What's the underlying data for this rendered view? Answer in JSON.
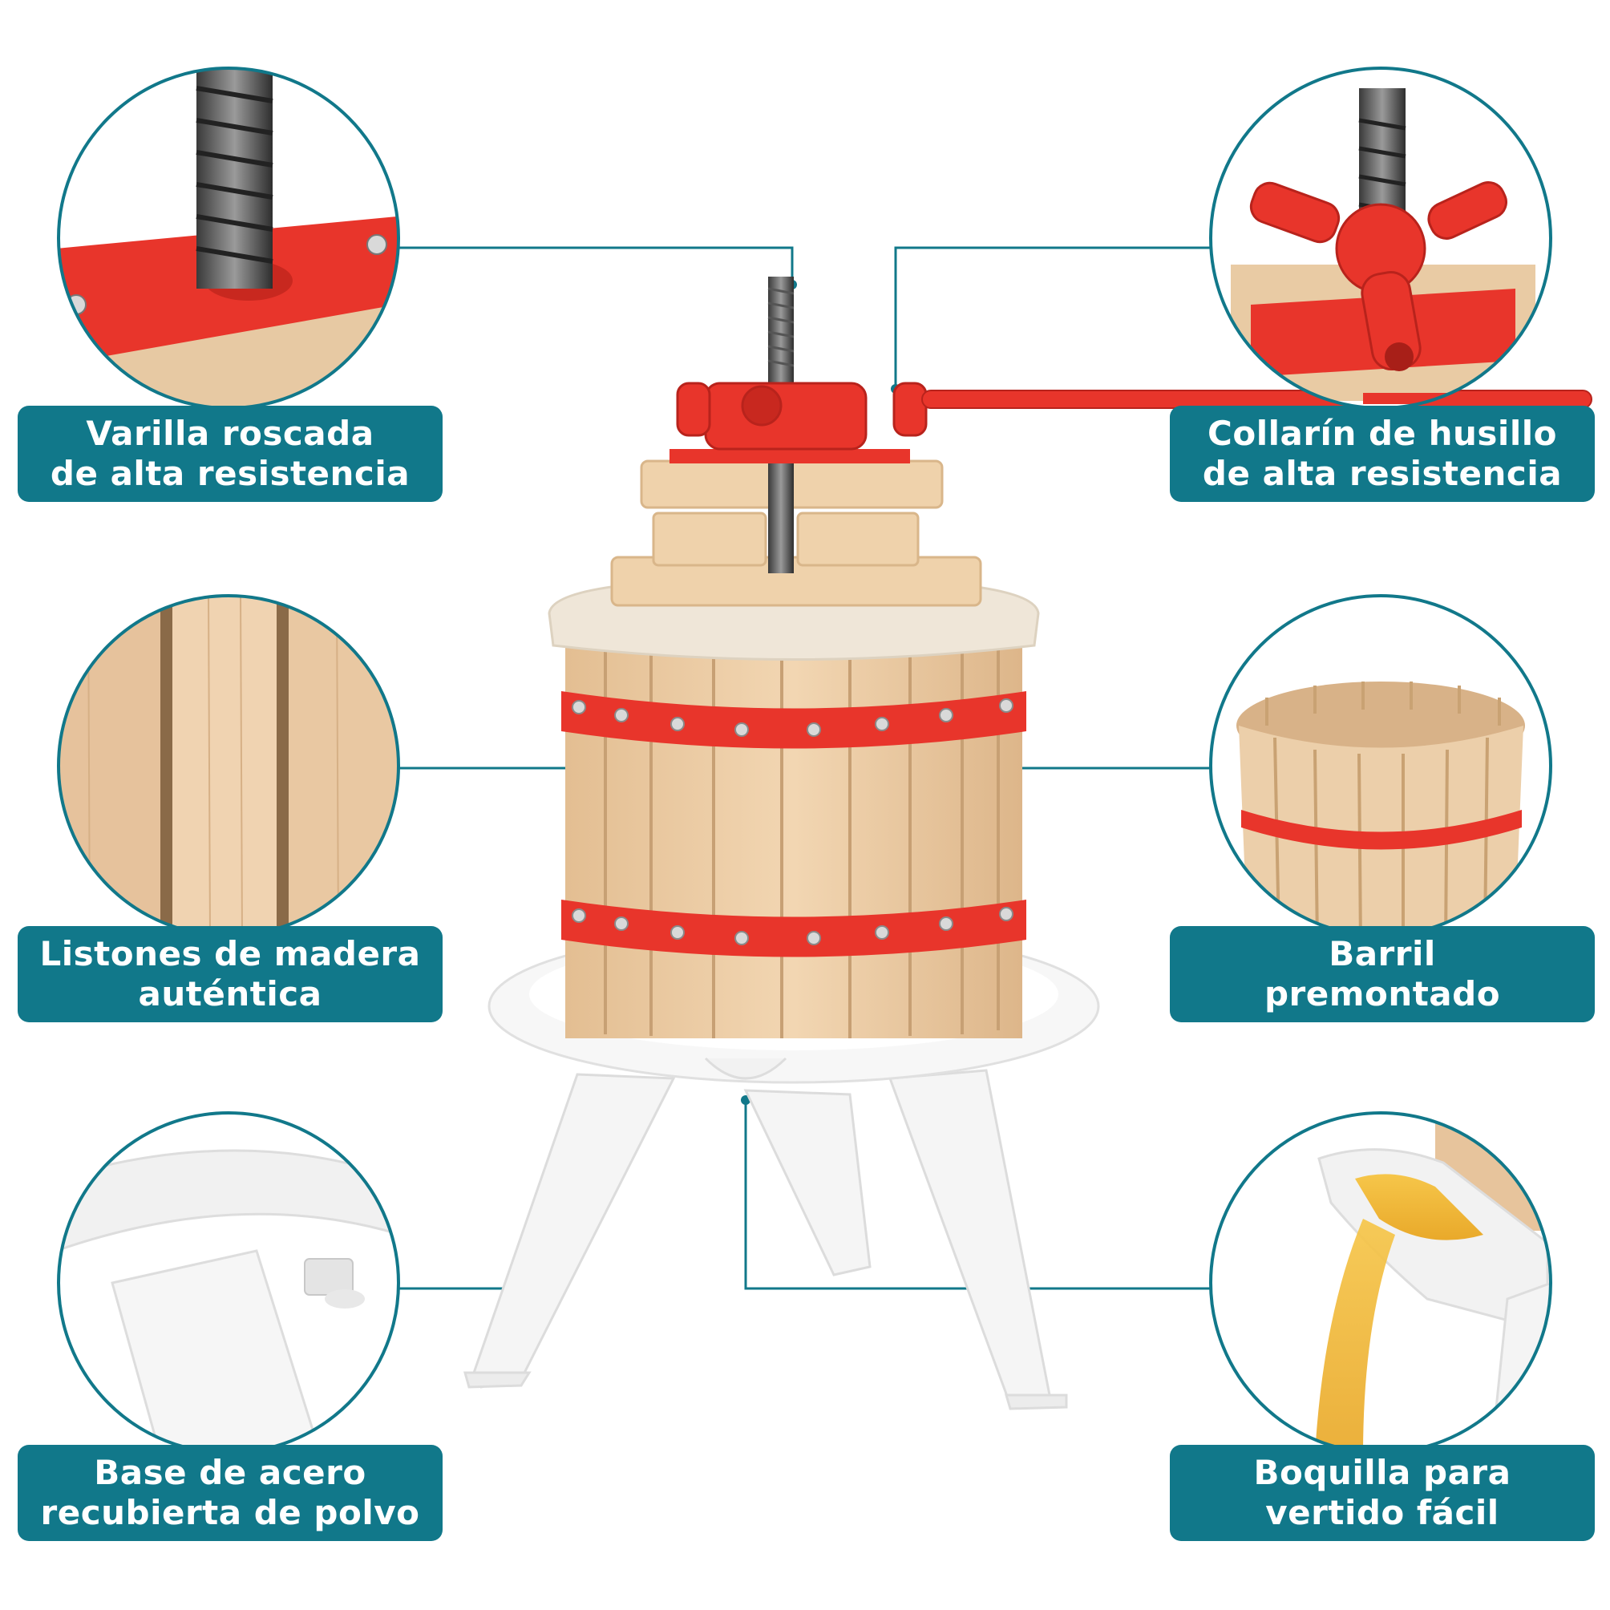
{
  "accent_color": "#11788a",
  "frame_red": "#e8352b",
  "wood_color": "#e9c9a0",
  "callouts": [
    {
      "line1": "Varilla roscada",
      "line2": "de alta resistencia",
      "icon": "threaded-rod"
    },
    {
      "line1": "Collarín de husillo",
      "line2": "de alta resistencia",
      "icon": "spindle-collar"
    },
    {
      "line1": "Listones de madera",
      "line2": "auténtica",
      "icon": "wood-slats"
    },
    {
      "line1": "Barril",
      "line2": "premontado",
      "icon": "barrel"
    },
    {
      "line1": "Base de acero",
      "line2": "recubierta de polvo",
      "icon": "steel-base"
    },
    {
      "line1": "Boquilla para",
      "line2": "vertido fácil",
      "icon": "pour-spout"
    }
  ]
}
